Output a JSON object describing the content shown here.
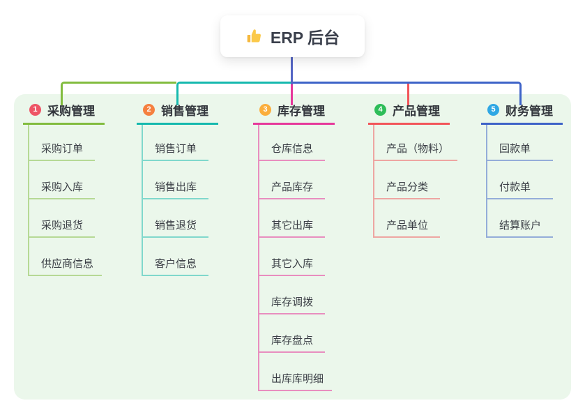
{
  "root": {
    "label": "ERP 后台",
    "icon": "thumbs-up-icon"
  },
  "colors": {
    "canvas": "#ffffff",
    "panel": "#ebf7eb",
    "root_line": "#5566c5",
    "node_text": "#33373d"
  },
  "branches": [
    {
      "num": "1",
      "label": "采购管理",
      "badge_color": "#ee5566",
      "line_color": "#82bc3f",
      "line_color_light": "rgba(130,188,63,0.5)",
      "children": [
        "采购订单",
        "采购入库",
        "采购退货",
        "供应商信息"
      ]
    },
    {
      "num": "2",
      "label": "销售管理",
      "badge_color": "#f5803f",
      "line_color": "#16b9ae",
      "line_color_light": "rgba(22,185,174,0.5)",
      "children": [
        "销售订单",
        "销售出库",
        "销售退货",
        "客户信息"
      ]
    },
    {
      "num": "3",
      "label": "库存管理",
      "badge_color": "#fbae3c",
      "line_color": "#e6399b",
      "line_color_light": "rgba(230,57,155,0.55)",
      "children": [
        "仓库信息",
        "产品库存",
        "其它出库",
        "其它入库",
        "库存调拨",
        "库存盘点",
        "出库库明细"
      ]
    },
    {
      "num": "4",
      "label": "产品管理",
      "badge_color": "#2ebd59",
      "line_color": "#f2555a",
      "line_color_light": "rgba(242,85,90,0.5)",
      "children": [
        "产品（物料）",
        "产品分类",
        "产品单位"
      ]
    },
    {
      "num": "5",
      "label": "财务管理",
      "badge_color": "#2fa7e4",
      "line_color": "#3e63c8",
      "line_color_light": "rgba(62,99,200,0.5)",
      "children": [
        "回款单",
        "付款单",
        "结算账户"
      ]
    }
  ]
}
